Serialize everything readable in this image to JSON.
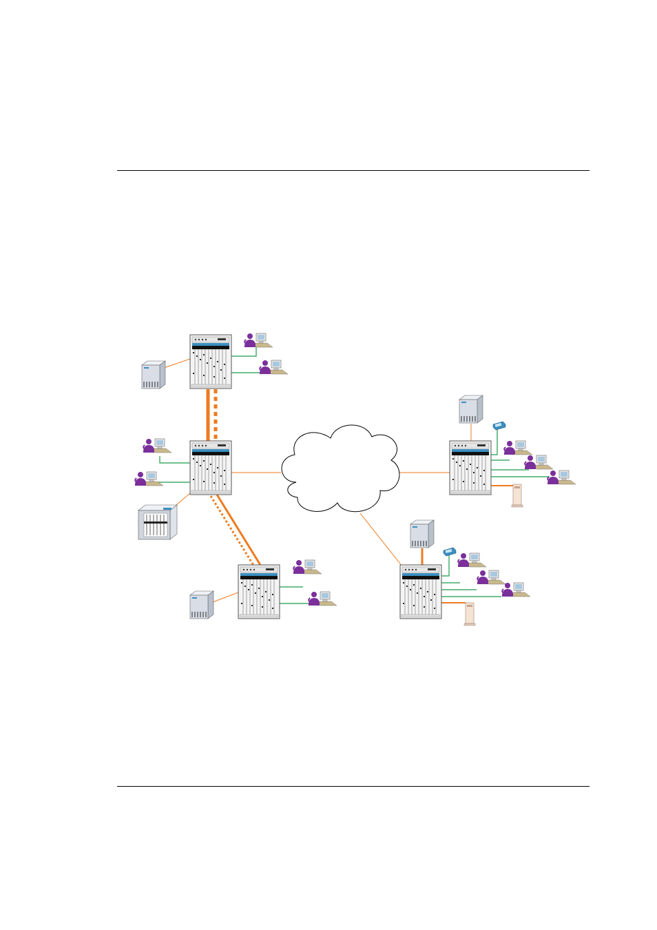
{
  "page": {
    "header_rule": true,
    "footer_rule": true
  },
  "diagram": {
    "colors": {
      "backbone_link": "#f07a1e",
      "lan_link": "#1a9a4a",
      "user_figure": "#7a2f9a",
      "chassis_frame": "#555555",
      "chassis_face": "#f4f4f4",
      "chassis_black_band": "#111111",
      "server_face": "#d8dde6",
      "phone": "#3a8fc0",
      "cloud_stroke": "#000000"
    },
    "icons": [
      "switch-chassis-icon",
      "server-icon",
      "user-workstation-icon",
      "cloud-icon",
      "ip-phone-icon",
      "tower-pc-icon",
      "storage-array-icon"
    ],
    "nodes": [
      {
        "name": "switch-top-left"
      },
      {
        "name": "switch-middle-left"
      },
      {
        "name": "switch-bottom-left"
      },
      {
        "name": "switch-right"
      },
      {
        "name": "switch-bottom-right"
      },
      {
        "name": "wan-cloud"
      }
    ]
  }
}
